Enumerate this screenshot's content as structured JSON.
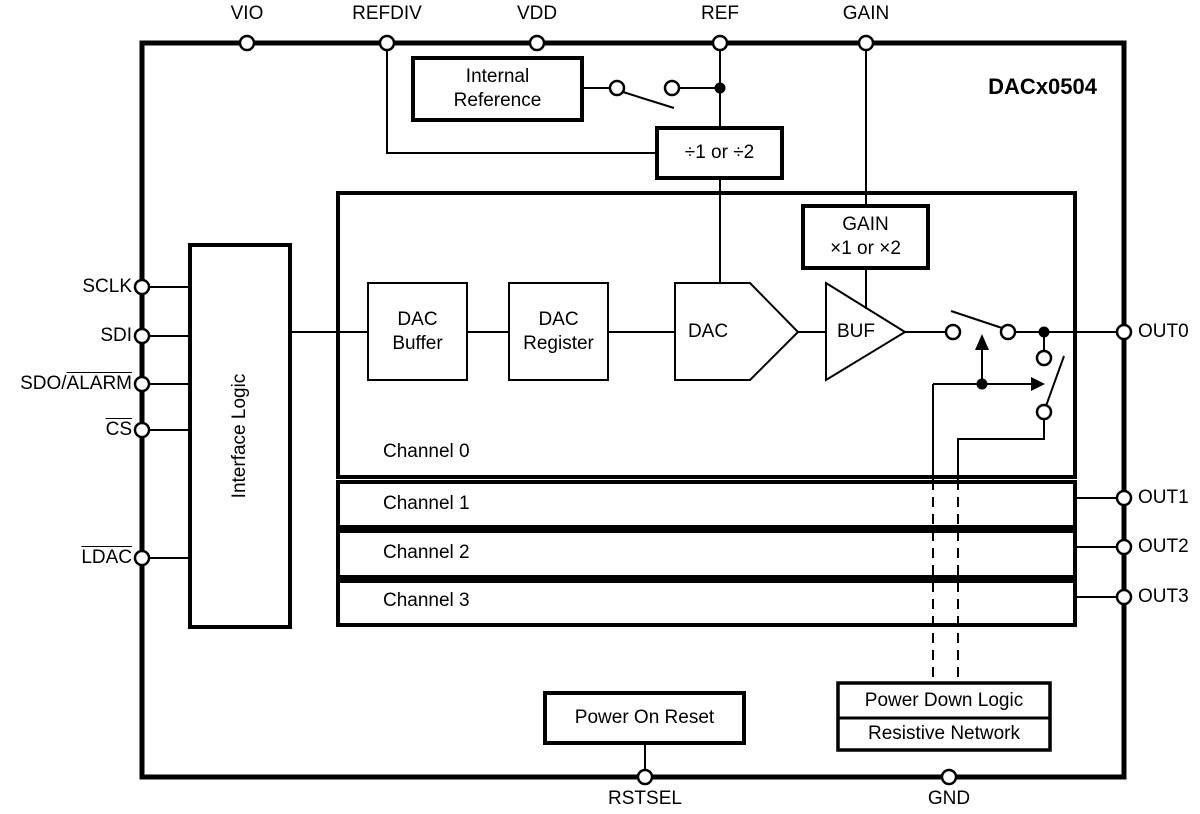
{
  "title": "DACx0504",
  "pins": {
    "top": [
      "VIO",
      "REFDIV",
      "VDD",
      "REF",
      "GAIN"
    ],
    "left": [
      {
        "pre": "SCLK",
        "over": ""
      },
      {
        "pre": "SDI",
        "over": ""
      },
      {
        "pre": "SDO/",
        "over": "ALARM"
      },
      {
        "pre": "",
        "over": "CS"
      },
      {
        "pre": "",
        "over": "LDAC"
      }
    ],
    "right": [
      "OUT0",
      "OUT1",
      "OUT2",
      "OUT3"
    ],
    "bottom": [
      "RSTSEL",
      "GND"
    ]
  },
  "blocks": {
    "internal_reference": "Internal\nReference",
    "ref_divider": "÷1 or ÷2",
    "gain_block": "GAIN\n×1 or ×2",
    "interface_logic": "Interface Logic",
    "dac_buffer": "DAC\nBuffer",
    "dac_register": "DAC\nRegister",
    "dac": "DAC",
    "buf": "BUF",
    "power_on_reset": "Power On Reset",
    "power_down_logic": "Power Down Logic",
    "resistive_network": "Resistive Network"
  },
  "channels": [
    "Channel 0",
    "Channel 1",
    "Channel 2",
    "Channel 3"
  ],
  "colors": {
    "line": "#000000",
    "background": "#ffffff",
    "text": "#000000"
  }
}
